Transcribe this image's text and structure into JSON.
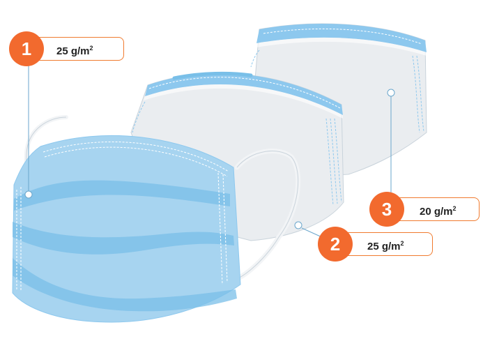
{
  "layers": [
    {
      "number": "1",
      "density": "25 g/m",
      "sup": "2"
    },
    {
      "number": "2",
      "density": "25 g/m",
      "sup": "2"
    },
    {
      "number": "3",
      "density": "20 g/m",
      "sup": "2"
    }
  ],
  "colors": {
    "accent": "#f26a2e",
    "callout_border": "#f07a2e",
    "mask_blue": "#a7d4f0",
    "mask_fold": "#79bfe8",
    "inner_layer": "#eaedf0",
    "edge_blue": "#8dc8ee",
    "leader_line": "#6aa6cc"
  }
}
